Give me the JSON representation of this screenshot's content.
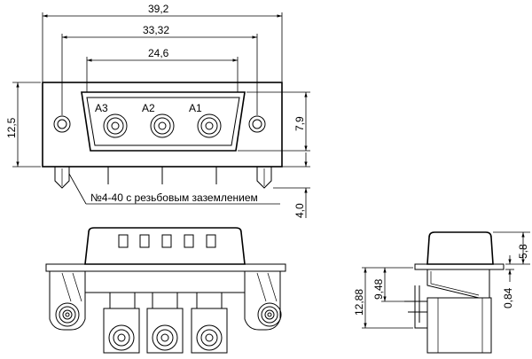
{
  "dimensions": {
    "overall_width": "39,2",
    "mount_hole_spacing": "33,32",
    "contact_span": "24,6",
    "body_height": "12,5",
    "shell_height": "7,9",
    "pin_length": "4,0",
    "side_height_total": "12,88",
    "side_offset": "9,48",
    "side_shell_height": "5,8",
    "side_flange": "0,84"
  },
  "contacts": [
    "A3",
    "A2",
    "A1"
  ],
  "note": "№4-40 с резьбовым заземлением"
}
